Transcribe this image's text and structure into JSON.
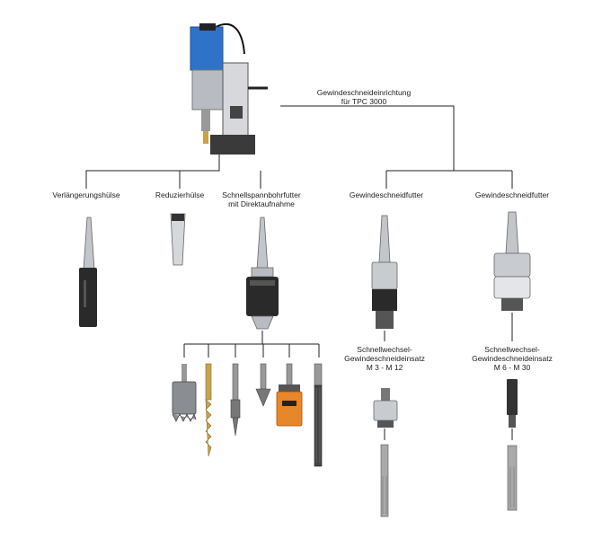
{
  "labels": {
    "tapping_device": [
      "Gewindeschneideinrichtung",
      "für TPC 3000"
    ],
    "extension_sleeve": "Verlängerungshülse",
    "reducer_sleeve": "Reduzierhülse",
    "keyless_chuck": [
      "Schnellspannbohrfutter",
      "mit Direktaufnahme"
    ],
    "tapping_chuck_1": "Gewindeschneidfutter",
    "tapping_chuck_2": "Gewindeschneidfutter",
    "quick_change_1": [
      "Schnellwechsel-",
      "Gewindeschneideinsatz",
      "M 3 - M 12"
    ],
    "quick_change_2": [
      "Schnellwechsel-",
      "Gewindeschneideinsatz",
      "M 6 - M 30"
    ]
  },
  "colors": {
    "motor_blue": "#2f73c9",
    "metal": "#b8bcc2",
    "dark": "#2a2a2a",
    "cutter_orange": "#e8862a",
    "drill_gold": "#c9a24a",
    "line": "#222222"
  }
}
